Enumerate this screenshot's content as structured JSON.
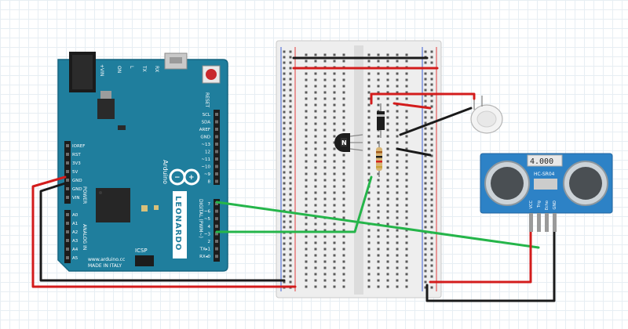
{
  "arduino": {
    "brand": "Arduino",
    "model": "LEONARDO",
    "made_in": "MADE IN ITALY",
    "site": "www.arduino.cc",
    "icsp": "ICSP",
    "reset": "RESET",
    "vin_label": "+VIN",
    "leds": [
      "ON",
      "L",
      "TX",
      "RX"
    ],
    "power_header_title": "POWER",
    "analog_header_title": "ANALOG IN",
    "digital_header_title": "DIGITAL (PWM~)",
    "power_pins": [
      "IOREF",
      "RST",
      "3V3",
      "5V",
      "GND",
      "GND",
      "VIN"
    ],
    "analog_pins": [
      "A0",
      "A1",
      "A2",
      "A3",
      "A4",
      "A5"
    ],
    "top_pins": [
      "SCL",
      "SDA",
      "AREF",
      "GND",
      "~13",
      "12",
      "~11",
      "~10",
      "~9",
      "8"
    ],
    "digital_pins": [
      "7",
      "~6",
      "~5",
      "4",
      "~3",
      "2",
      "TX▸1",
      "RX◂0"
    ]
  },
  "sensor": {
    "display": "4.000",
    "model": "HC-SR04",
    "pins": [
      "VCC",
      "Trig",
      "Echo",
      "GND"
    ]
  },
  "transistor": {
    "label": "N"
  },
  "colors": {
    "board": "#1f7e9d",
    "board_dark": "#166580",
    "wire_red": "#d31c1c",
    "wire_black": "#1a1a1a",
    "wire_green": "#25b54a",
    "breadboard": "#eeeeee",
    "sensor": "#2d82c6",
    "rail_red": "#e23c3c",
    "rail_blue": "#3c5fd4"
  },
  "icons": {
    "usb": "usb-connector-icon",
    "power_jack": "dc-jack-icon",
    "ground": "ground-symbol-icon",
    "logo": "infinity-logo-icon"
  }
}
